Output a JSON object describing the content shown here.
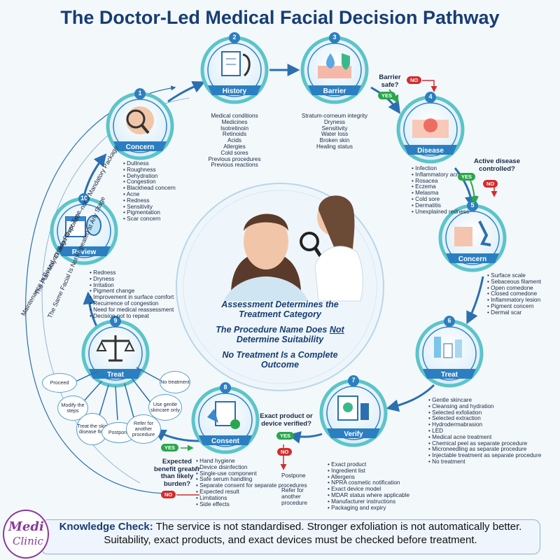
{
  "title": "The Doctor-Led Medical Facial Decision Pathway",
  "colors": {
    "primary": "#173d73",
    "node": "#2b7fc1",
    "yes": "#2aa64a",
    "no": "#d22d2d",
    "ring": "#5cc4c9"
  },
  "nodes": [
    {
      "num": "1",
      "label": "Concern",
      "icon": "magnifier-face-icon",
      "items": [
        "Dullness",
        "Roughness",
        "Dehydration",
        "Congestion",
        "Blackhead concern",
        "Acne",
        "Redness",
        "Sensitivity",
        "Pigmentation",
        "Scar concern"
      ]
    },
    {
      "num": "2",
      "label": "History",
      "icon": "clipboard-stethoscope-icon",
      "items": [
        "Medical conditions",
        "Medicines",
        "Isotretinoin",
        "Retinoids",
        "Acids",
        "Allergies",
        "Cold sores",
        "Previous procedures",
        "Previous reactions"
      ]
    },
    {
      "num": "3",
      "label": "Barrier",
      "icon": "skin-barrier-shield-icon",
      "items": [
        "Stratum-corneum integrity",
        "Dryness",
        "Sensitivity",
        "Water loss",
        "Broken skin",
        "Healing status"
      ]
    },
    {
      "num": "4",
      "label": "Disease",
      "icon": "inflamed-skin-icon",
      "items": [
        "Infection",
        "Inflammatory acne",
        "Rosacea",
        "Eczema",
        "Melasma",
        "Cold sore",
        "Dermatitis",
        "Unexplained redness"
      ]
    },
    {
      "num": "5",
      "label": "Concern",
      "icon": "microscope-icon",
      "items": [
        "Surface scale",
        "Sebaceous filament",
        "Open comedone",
        "Closed comedone",
        "Inflammatory lesion",
        "Pigment concern",
        "Dermal scar"
      ]
    },
    {
      "num": "6",
      "label": "Treat",
      "icon": "skincare-products-icon",
      "items": [
        "Gentle skincare",
        "Cleansing and hydration",
        "Selected exfoliation",
        "Selected extraction",
        "Hydrodermabrasion",
        "LED",
        "Medical acne treatment",
        "Chemical peel as separate procedure",
        "Microneedling as separate procedure",
        "Injectable treatment as separate procedure",
        "No treatment"
      ]
    },
    {
      "num": "7",
      "label": "Verify",
      "icon": "certificate-bottle-icon",
      "items": [
        "Exact product",
        "Ingredient list",
        "Allergens",
        "NPRA cosmetic notification",
        "Exact device model",
        "MDAR status where applicable",
        "Manufacturer instructions",
        "Packaging and expiry"
      ]
    },
    {
      "num": "8",
      "label": "Consent",
      "icon": "consent-form-gloves-icon",
      "items": [
        "Hand hygiene",
        "Device disinfection",
        "Single-use component",
        "Safe serum handling",
        "Separate consent for separate procedures",
        "Expected result",
        "Limitations",
        "Side effects"
      ]
    },
    {
      "num": "9",
      "label": "Treat",
      "icon": "scales-icon",
      "items": []
    },
    {
      "num": "10",
      "label": "Review",
      "icon": "calendar-mirror-icon",
      "items": [
        "Redness",
        "Dryness",
        "Irritation",
        "Pigment change",
        "Improvement in surface comfort",
        "Recurrence of congestion",
        "Need for medical reassessment",
        "Decision not to repeat"
      ]
    }
  ],
  "questions": {
    "barrier": "Barrier safe?",
    "disease": "Active disease controlled?",
    "verify": "Exact product or device verified?",
    "consent": "Expected benefit greater than likely burden?"
  },
  "badges": {
    "yes": "YES",
    "no": "NO"
  },
  "verify_no_items": [
    "Postpone",
    "Refer for another procedure"
  ],
  "treat_options": [
    "Proceed",
    "Modify the steps",
    "Treat the skin disease first",
    "Postpone",
    "Refer for another procedure",
    "Use gentle skincare only",
    "No treatment"
  ],
  "center": {
    "line1": "Assessment Determines the Treatment Category",
    "line2_pre": "The Procedure Name Does ",
    "line2_not": "Not",
    "line2_post": " Determine Suitability",
    "line3": "No Treatment Is a Complete Outcome"
  },
  "side_notes": [
    "Maintenance Is Based on Skin Response—not a Mandatory Package",
    "The Plan May Change Over Time",
    "The Same Facial Is Not Repeated at Any Stage"
  ],
  "knowledge": {
    "label": "Knowledge Check:",
    "line1": " The service is not standardised. Stronger exfoliation is not automatically better.",
    "line2": "Suitability, exact products, and exact devices must be checked before treatment."
  },
  "logo": {
    "line1": "Medi",
    "line2": "Clinic"
  }
}
